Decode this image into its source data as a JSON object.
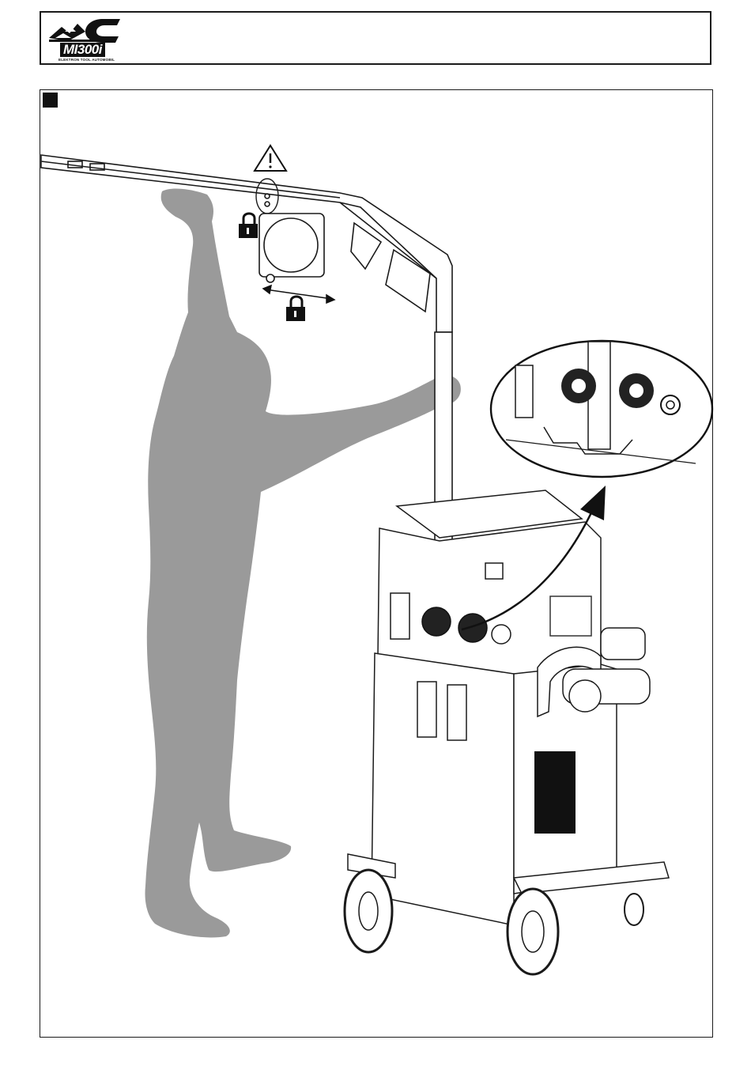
{
  "header": {
    "logo": {
      "model": "MI300",
      "model_suffix": "i",
      "tagline": "ELEKTRON TOOL AUTOMOBIL"
    }
  },
  "figure": {
    "marker_color": "#111111",
    "silhouette_color": "#9a9a9a",
    "line_color": "#1a1a1a",
    "icons": [
      "warning-icon",
      "padlock-icon",
      "padlock-icon",
      "double-arrow-icon",
      "callout-arrow-icon"
    ]
  }
}
